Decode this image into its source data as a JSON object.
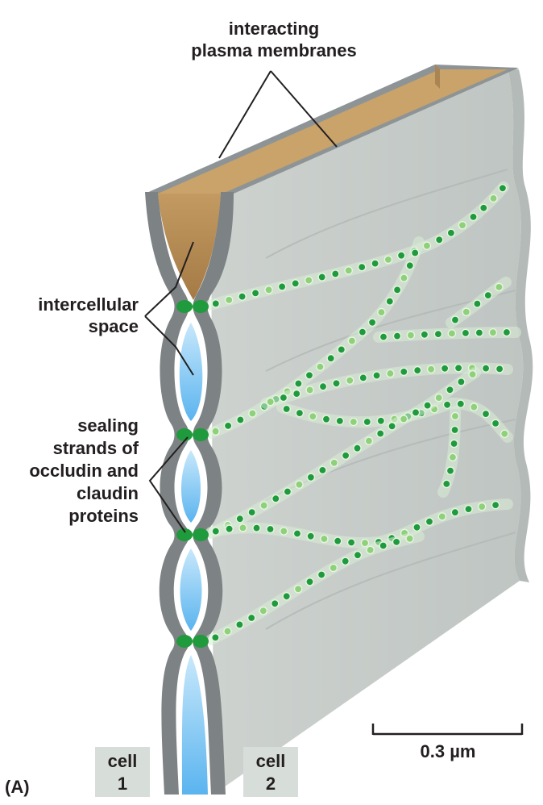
{
  "labels": {
    "membranes_line1": "interacting",
    "membranes_line2": "plasma membranes",
    "space_line1": "intercellular",
    "space_line2": "space",
    "strands_line1": "sealing",
    "strands_line2": "strands of",
    "strands_line3": "occludin and",
    "strands_line4": "claudin",
    "strands_line5": "proteins",
    "scale": "0.3 µm",
    "panel": "(A)"
  },
  "cells": [
    {
      "word": "cell",
      "number": "1"
    },
    {
      "word": "cell",
      "number": "2"
    }
  ],
  "colors": {
    "membrane_face": "#c8ccc8",
    "membrane_edge": "#7d8284",
    "top_space": "#b89058",
    "intercellular_fluid": "#a8d8f8",
    "protein_dark": "#1f9a3c",
    "protein_light": "#8fd07a",
    "cell_box": "#d7ddd9"
  }
}
